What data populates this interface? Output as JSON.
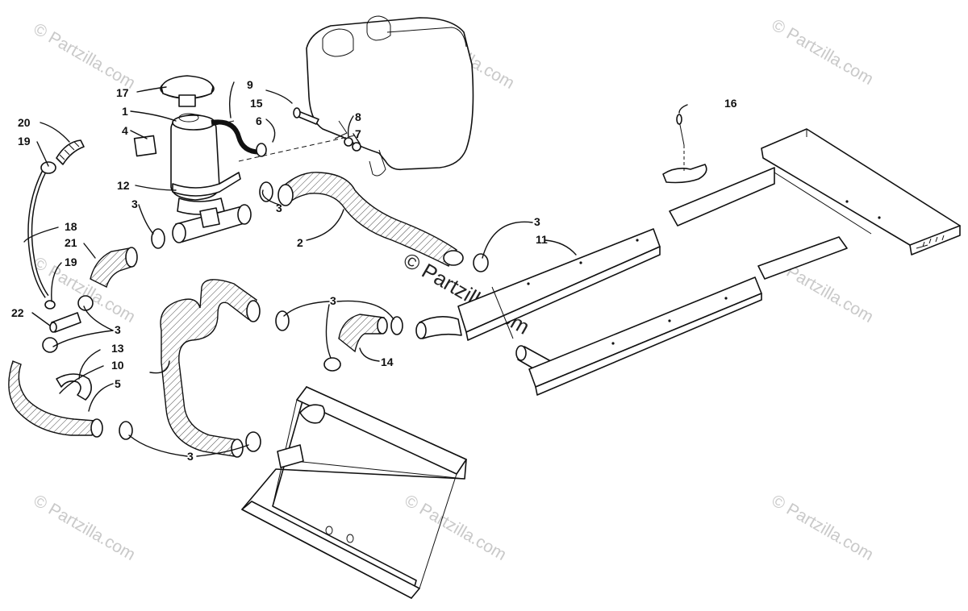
{
  "watermarks": {
    "corner": "© Partzilla.com",
    "center": "© Partzilla.com"
  },
  "callouts": [
    {
      "id": "c1",
      "text": "1"
    },
    {
      "id": "c2",
      "text": "2"
    },
    {
      "id": "c3a",
      "text": "3"
    },
    {
      "id": "c3b",
      "text": "3"
    },
    {
      "id": "c3c",
      "text": "3"
    },
    {
      "id": "c3d",
      "text": "3"
    },
    {
      "id": "c3e",
      "text": "3"
    },
    {
      "id": "c3f",
      "text": "3"
    },
    {
      "id": "c4",
      "text": "4"
    },
    {
      "id": "c5",
      "text": "5"
    },
    {
      "id": "c6",
      "text": "6"
    },
    {
      "id": "c7",
      "text": "7"
    },
    {
      "id": "c8",
      "text": "8"
    },
    {
      "id": "c9",
      "text": "9"
    },
    {
      "id": "c10",
      "text": "10"
    },
    {
      "id": "c11",
      "text": "11"
    },
    {
      "id": "c12",
      "text": "12"
    },
    {
      "id": "c13",
      "text": "13"
    },
    {
      "id": "c14",
      "text": "14"
    },
    {
      "id": "c15",
      "text": "15"
    },
    {
      "id": "c16",
      "text": "16"
    },
    {
      "id": "c17",
      "text": "17"
    },
    {
      "id": "c18",
      "text": "18"
    },
    {
      "id": "c19a",
      "text": "19"
    },
    {
      "id": "c19b",
      "text": "19"
    },
    {
      "id": "c20",
      "text": "20"
    },
    {
      "id": "c21",
      "text": "21"
    },
    {
      "id": "c22",
      "text": "22"
    }
  ]
}
